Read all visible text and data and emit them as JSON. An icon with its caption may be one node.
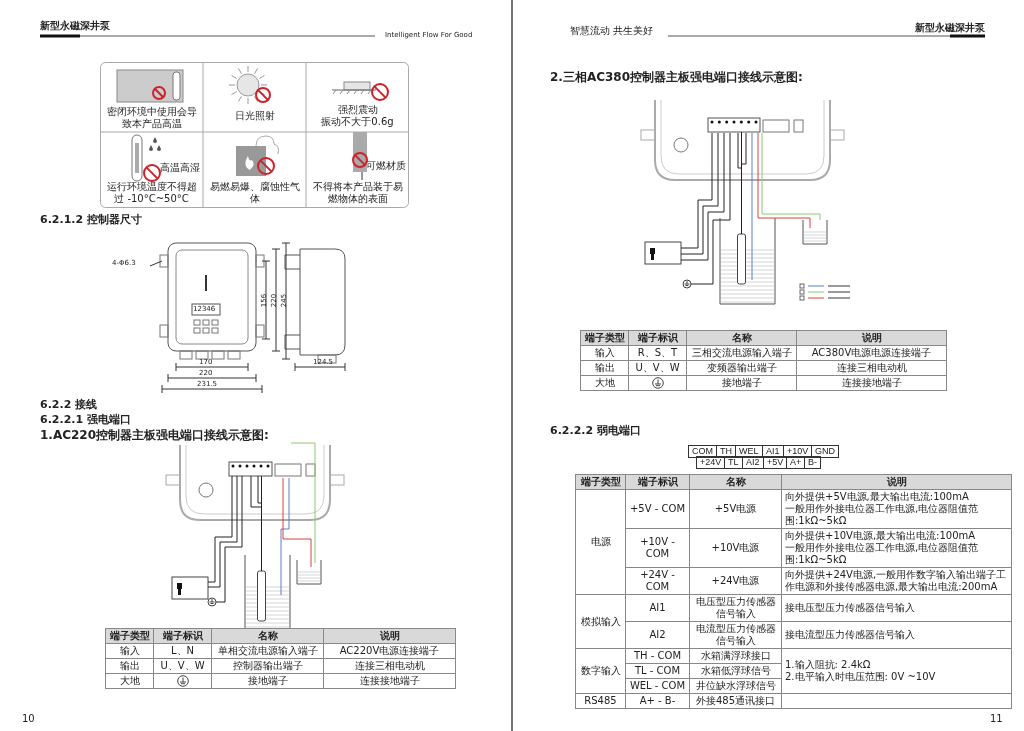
{
  "diagram": {
    "labels": [
      "新型永磁深井泵",
      "Intelligent Flow For Good",
      "密闭环境中使用会导致本产品高温",
      "日光照射",
      "强烈震动",
      "振动不大于0.6g",
      "高温高湿",
      "运行环境温度不得超过 -10°C~50°C",
      "易燃易爆、腐蚀性气体",
      "可燃材质",
      "不得将本产品装于易燃物体的表面",
      "6.2.1.2 控制器尺寸",
      "4-Φ6.3",
      "12346",
      "156",
      "220",
      "245",
      "170",
      "220",
      "231.5",
      "124.5",
      "6.2.2 接线",
      "6.2.2.1 强电端口",
      "1.AC220控制器主板强电端口接线示意图:",
      "端子类型",
      "端子标识",
      "名称",
      "说明",
      "输入",
      "L、N",
      "单相交流电源输入端子",
      "AC220V电源连接端子",
      "输出",
      "U、V、W",
      "控制器输出端子",
      "连接三相电动机",
      "大地",
      "接地端子",
      "连接接地端子",
      "10",
      "智慧流动 共生美好",
      "新型永磁深井泵",
      "2.三相AC380控制器主板强电端口接线示意图:",
      "端子类型",
      "端子标识",
      "名称",
      "说明",
      "输入",
      "R、S、T",
      "三相交流电源输入端子",
      "AC380V电源电源连接端子",
      "输出",
      "U、V、W",
      "变频器输出端子",
      "连接三相电动机",
      "大地",
      "接地端子",
      "连接接地端子",
      "6.2.2.2 弱电端口",
      "COM",
      "TH",
      "WEL",
      "AI1",
      "+10V",
      "GND",
      "+24V",
      "TL",
      "AI2",
      "+5V",
      "A+",
      "B-",
      "端子类型",
      "端子标识",
      "名称",
      "说明",
      "电源",
      "+5V - COM",
      "+5V电源",
      "向外提供+5V电源,最大输出电流:100mA",
      "一般用作外接电位器工作电源,电位器阻值范围:1kΩ~5kΩ",
      "+10V - COM",
      "+10V电源",
      "向外提供+10V电源,最大输出电流:100mA",
      "一般用作外接电位器工作电源,电位器阻值范围:1kΩ~5kΩ",
      "+24V - COM",
      "+24V电源",
      "向外提供+24V电源,一般用作数字输入输出端子工作电源和外接传感器电源,最大输出电流:200mA",
      "模拟输入",
      "AI1",
      "电压型压力传感器信号输入",
      "接电压型压力传感器信号输入",
      "AI2",
      "电流型压力传感器信号输入",
      "接电流型压力传感器信号输入",
      "数字输入",
      "TH - COM",
      "水箱满浮球接口",
      "1.输入阻抗: 2.4kΩ",
      "2.电平输入时电压范围: 0V ~10V",
      "TL - COM",
      "水箱低浮球信号",
      "WEL - COM",
      "井位缺水浮球信号",
      "RS485",
      "A+ - B-",
      "外接485通讯接口",
      "11"
    ]
  }
}
